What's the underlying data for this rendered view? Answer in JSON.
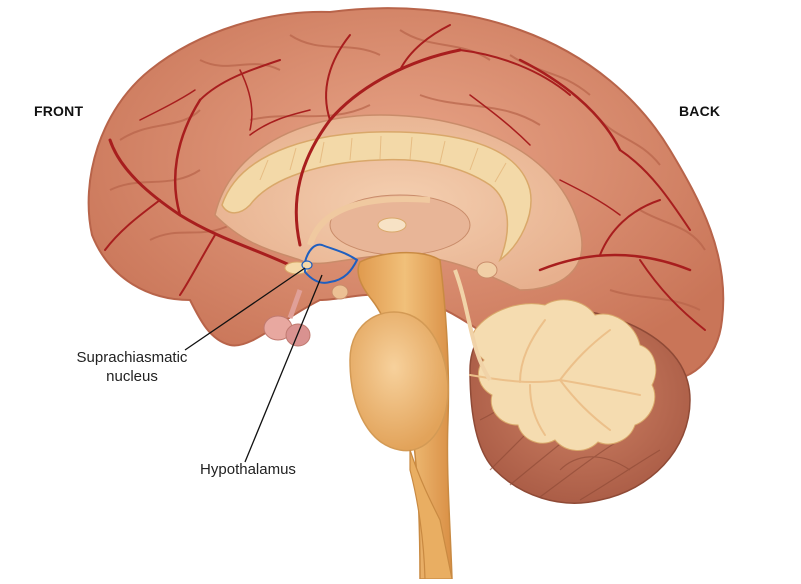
{
  "orientation": {
    "front": "FRONT",
    "back": "BACK"
  },
  "labels": {
    "scn_line1": "Suprachiasmatic",
    "scn_line2": "nucleus",
    "hypothalamus": "Hypothalamus"
  },
  "colors": {
    "cortex": "#d98c6f",
    "cortex_dark": "#b8644a",
    "vessel": "#a81e1e",
    "corpus_callosum": "#f3d9a8",
    "brainstem": "#e6a85a",
    "cerebellum_tree": "#f5dcb0",
    "hypothalamus_outline": "#1f5fbf"
  }
}
